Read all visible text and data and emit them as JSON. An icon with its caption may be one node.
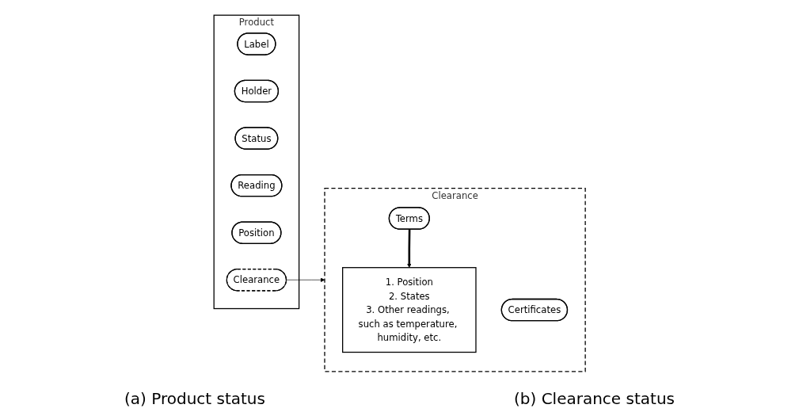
{
  "diagram": {
    "nodes": [
      {
        "text": [
          "Product"
        ]
      },
      {
        "text": [
          "Label"
        ],
        "in": 0
      },
      {
        "text": [
          "Holder"
        ],
        "in": 0
      },
      {
        "text": [
          "Status"
        ],
        "in": 0
      },
      {
        "text": [
          "Reading"
        ],
        "in": 0
      },
      {
        "text": [
          "Position"
        ],
        "in": 0
      },
      {
        "text": [
          "Clearance"
        ],
        "in": 0
      },
      {
        "text": [
          "Clearance"
        ]
      },
      {
        "text": [
          "Terms"
        ],
        "in": 7
      },
      {
        "text": [
          "Certificates"
        ],
        "in": 7
      },
      {
        "text": [
          "1. Position",
          "2. States",
          "3. Other readings, such as temperature, humidity, etc."
        ],
        "in": 7
      }
    ],
    "edges": [
      {
        "from": 6,
        "to": 7,
        "arrow": "to"
      },
      {
        "from": 8,
        "to": 10,
        "arrow": "to",
        "style": "thick"
      }
    ],
    "labels": [
      "(a) Product status",
      "(b) Clearance status"
    ]
  }
}
